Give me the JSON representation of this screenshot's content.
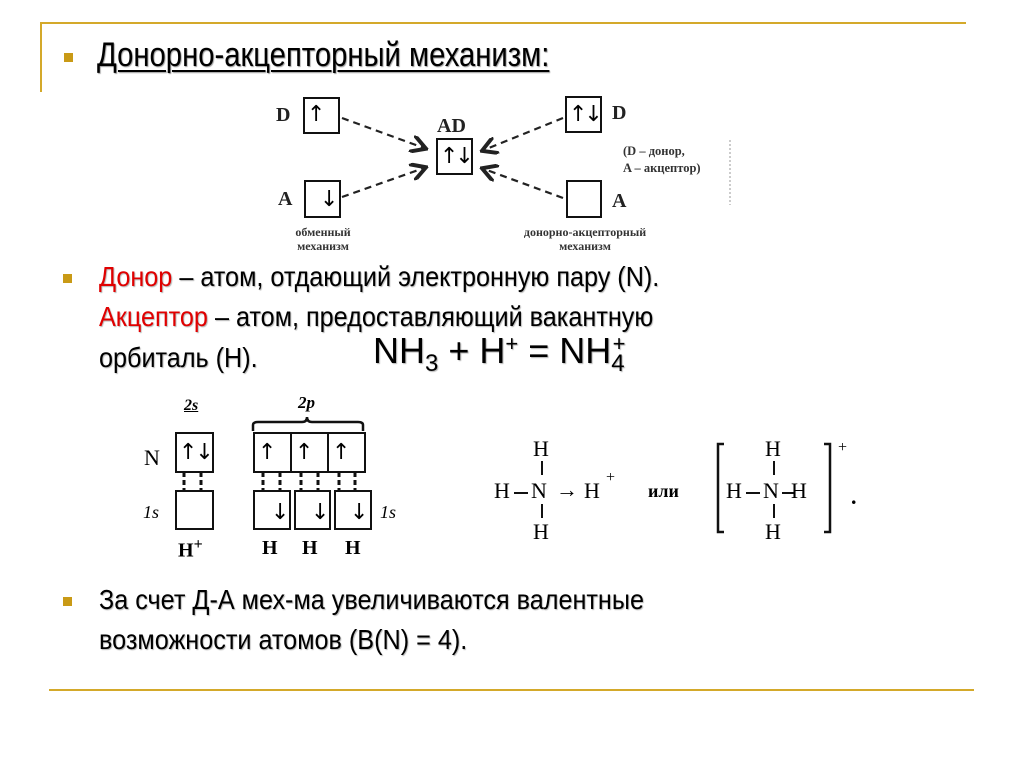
{
  "slide": {
    "title": "Донорно-акцепторный механизм:",
    "accent_color": "#d4a92a",
    "bullet_color": "#c99a16",
    "highlight_color": "#e00000"
  },
  "diagram_top": {
    "left_pair": {
      "donor_label": "D",
      "donor_box": "↑",
      "acceptor_label": "A",
      "acceptor_box": "↓",
      "caption_line1": "обменный",
      "caption_line2": "механизм"
    },
    "center": {
      "label": "AD",
      "box": "↑↓"
    },
    "right_pair": {
      "donor_label": "D",
      "donor_box": "↑↓",
      "acceptor_label": "A",
      "acceptor_box": "",
      "caption_line1": "донорно-акцепторный",
      "caption_line2": "механизм"
    },
    "legend_line1": "(D – донор,",
    "legend_line2": "A – акцептор)"
  },
  "bullet2": {
    "donor_term": "Донор",
    "donor_def": " – атом, отдающий электронную пару (N).",
    "acceptor_term": "Акцептор",
    "acceptor_def": " – атом, предоставляющий вакантную",
    "line3": "орбиталь (Н).",
    "equation": {
      "reactant1": "NH",
      "reactant1_sub": "3",
      "plus": " + ",
      "reactant2": "H",
      "reactant2_sup": "+",
      "equals": " = ",
      "product": "NH",
      "product_sub": "4",
      "product_sup": "+"
    }
  },
  "orbital_diagram": {
    "atom_label": "N",
    "sublevel_2s": "2s",
    "sublevel_2p": "2p",
    "sublevel_1s_left": "1s",
    "sublevel_1s_right": "1s",
    "n_2s_box": "↑↓",
    "n_2p_boxes": [
      "↑",
      "↑",
      "↑"
    ],
    "h_boxes": [
      "",
      "↓",
      "↓",
      "↓"
    ],
    "h_labels": [
      "H",
      "H",
      "H",
      "H"
    ],
    "h_plus_sup": "+"
  },
  "structures": {
    "formula1": {
      "top": "H",
      "left": "H",
      "center": "N",
      "bottom": "H",
      "arrow": "→",
      "right": "H",
      "charge": "+"
    },
    "connector": "или",
    "formula2": {
      "top": "H",
      "left": "H",
      "center": "N",
      "right": "H",
      "bottom": "H",
      "charge": "+",
      "trailing": "."
    }
  },
  "bullet3": {
    "line1": "За счет Д-А мех-ма увеличиваются валентные",
    "line2": "возможности атомов (В(N) = 4)."
  }
}
